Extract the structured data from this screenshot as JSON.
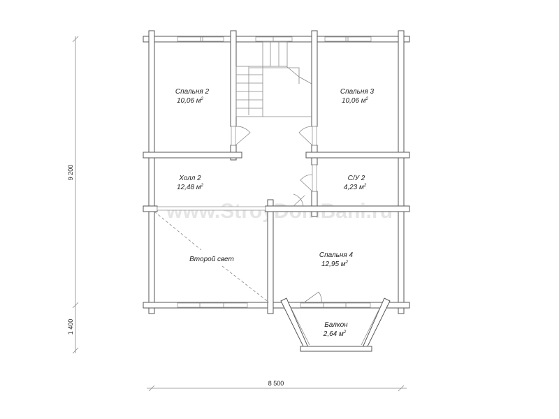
{
  "rooms": [
    {
      "name": "Спальня 2",
      "area": "10,06 м",
      "sup": "2"
    },
    {
      "name": "Спальня 3",
      "area": "10,06 м",
      "sup": "2"
    },
    {
      "name": "Холл 2",
      "area": "12,48 м",
      "sup": "2"
    },
    {
      "name": "С/У 2",
      "area": "4,23 м",
      "sup": "2"
    },
    {
      "name": "Второй свет"
    },
    {
      "name": "Спальня 4",
      "area": "12,95 м",
      "sup": "2"
    },
    {
      "name": "Балкон",
      "area": "2,64 м",
      "sup": "2"
    }
  ],
  "dimensions": {
    "height_main": "9 200",
    "height_balcony": "1 400",
    "width": "8 500"
  },
  "watermark": "www.StroyDomBani.ru"
}
